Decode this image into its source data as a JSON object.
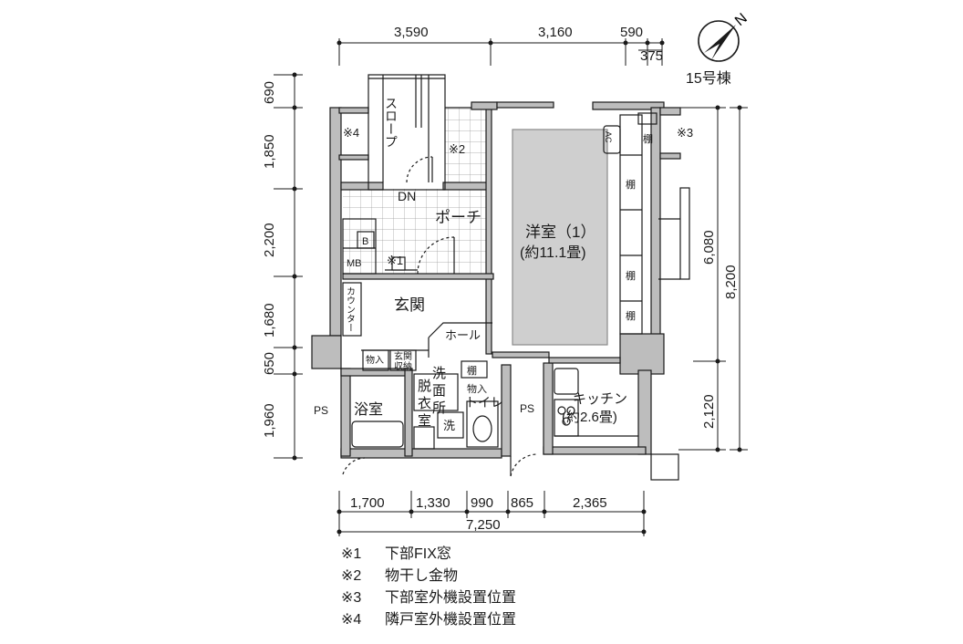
{
  "building": "15号棟",
  "compass": {
    "north_label": "N"
  },
  "dimensions": {
    "top": [
      "3,590",
      "3,160",
      "590",
      "375"
    ],
    "left": [
      "690",
      "1,850",
      "2,200",
      "1,680",
      "650",
      "1,960"
    ],
    "right_inner": [
      "6,080",
      "2,120"
    ],
    "right_outer": "8,200",
    "bottom": [
      "1,700",
      "1,330",
      "990",
      "865",
      "2,365"
    ],
    "bottom_total": "7,250"
  },
  "rooms": {
    "slope": "スロープ",
    "dn": "DN",
    "porch": "ポーチ",
    "western_room": "洋室（1）",
    "western_room_area": "(約11.1畳)",
    "entrance": "玄関",
    "hall": "ホール",
    "kitchen": "キッチン",
    "kitchen_area": "(約2.6畳)",
    "bathroom": "浴室",
    "washroom": [
      "洗",
      "面",
      "所"
    ],
    "changing": [
      "脱",
      "衣",
      "室"
    ],
    "toilet": "トイレ",
    "ps_left": "PS",
    "ps_mid": "PS"
  },
  "fixtures": {
    "b": "B",
    "mb": "MB",
    "counter": "カウンター",
    "storage_small": "物入",
    "entrance_storage_1": "玄関",
    "entrance_storage_2": "収納",
    "shelf": "棚",
    "ac": "AC",
    "wash_basin": "洗",
    "storage_toilet": "物入"
  },
  "marks": {
    "m1": "※1",
    "m2": "※2",
    "m3": "※3",
    "m4": "※4"
  },
  "legend": [
    {
      "mark": "※1",
      "text": "下部FIX窓"
    },
    {
      "mark": "※2",
      "text": "物干し金物"
    },
    {
      "mark": "※3",
      "text": "下部室外機設置位置"
    },
    {
      "mark": "※4",
      "text": "隣戸室外機設置位置"
    }
  ]
}
